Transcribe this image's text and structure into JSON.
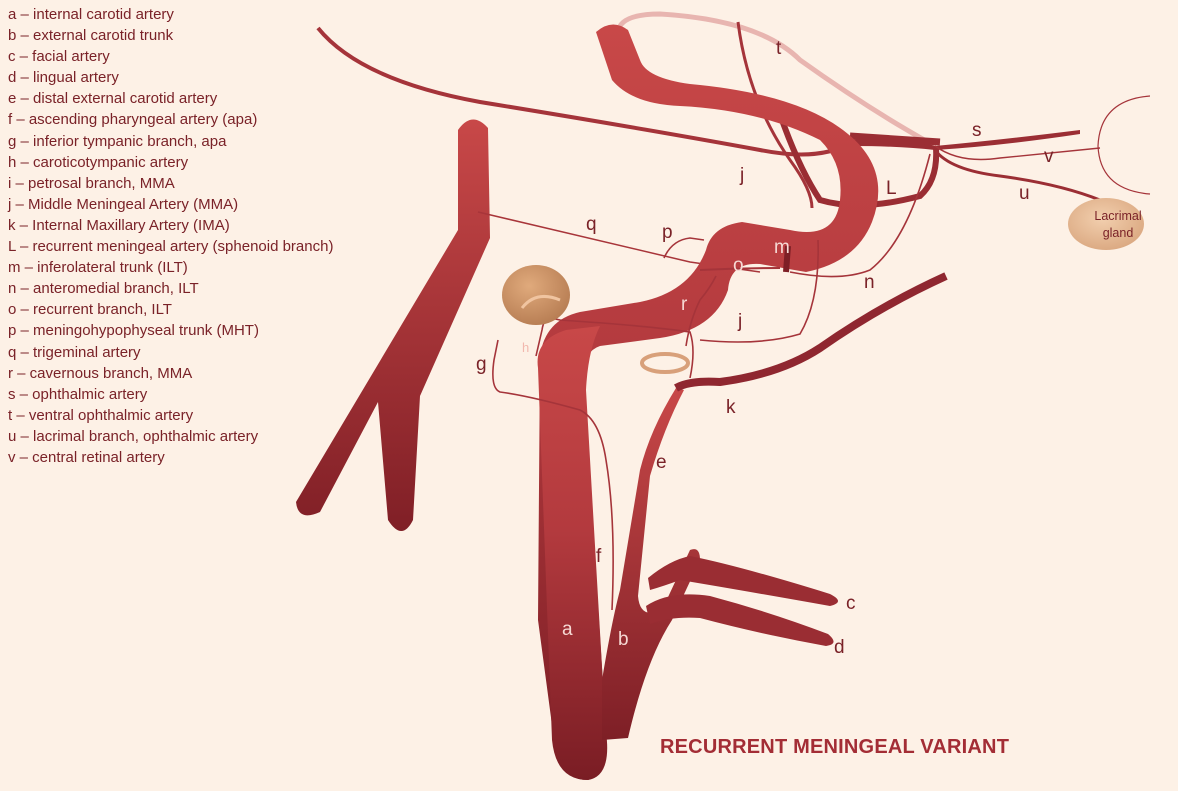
{
  "title": "RECURRENT MENINGEAL VARIANT",
  "legend": [
    "a – internal carotid artery",
    "b – external carotid trunk",
    "c – facial artery",
    "d – lingual artery",
    "e – distal external carotid artery",
    "f – ascending pharyngeal artery (apa)",
    "g – inferior tympanic branch, apa",
    "h – caroticotympanic artery",
    "i – petrosal branch, MMA",
    "j –  Middle Meningeal Artery (MMA)",
    "k – Internal Maxillary Artery (IMA)",
    "L – recurrent meningeal artery (sphenoid branch)",
    "m – inferolateral trunk (ILT)",
    "n – anteromedial branch, ILT",
    "o – recurrent branch, ILT",
    "p – meningohypophyseal trunk (MHT)",
    "q – trigeminal artery",
    "r – cavernous branch, MMA",
    "s – ophthalmic artery",
    "t – ventral ophthalmic artery",
    "u – lacrimal branch, ophthalmic artery",
    "v – central retinal artery"
  ],
  "labels": {
    "a": "a",
    "b": "b",
    "c": "c",
    "d": "d",
    "e": "e",
    "f": "f",
    "g": "g",
    "h": "h",
    "j1": "j",
    "j2": "j",
    "k": "k",
    "L": "L",
    "m": "m",
    "n": "n",
    "o": "o",
    "p": "p",
    "q": "q",
    "r": "r",
    "s": "s",
    "t": "t",
    "u": "u",
    "v": "v"
  },
  "gland": {
    "line1": "Lacrimal",
    "line2": "gland"
  },
  "colors": {
    "background": "#fdf1e6",
    "artery_light": "#c84848",
    "artery_dark": "#7e1f26",
    "text": "#7a2228",
    "title": "#a32d35",
    "gland": "#e2b48e",
    "ventral_ophthalmic": "#e8b5b0"
  }
}
